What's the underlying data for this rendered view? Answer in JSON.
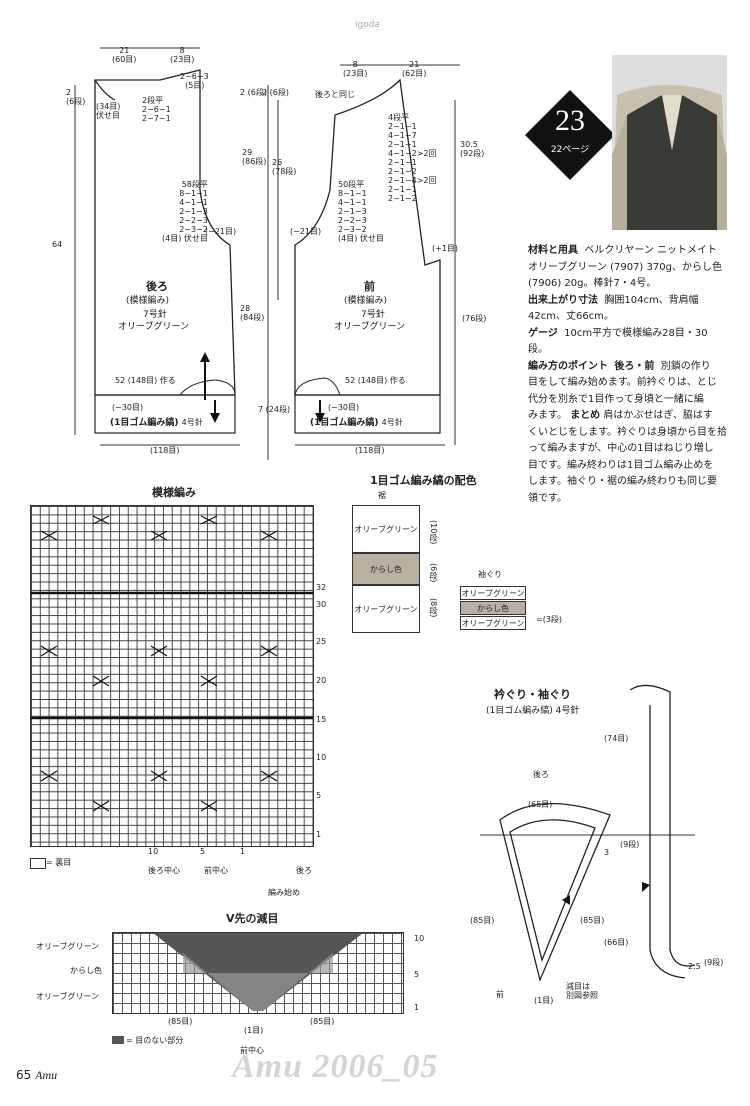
{
  "header": {
    "site": "igoda"
  },
  "badge": {
    "number": "23",
    "page_ref": "22ページ"
  },
  "back": {
    "title": "後ろ",
    "pattern": "(模様編み)",
    "needle": "7号針",
    "color": "オリーブグリーン",
    "top_widths": [
      "21",
      "(60目)",
      "8",
      "(23目)"
    ],
    "shoulder_dec": [
      "2−6−3",
      "(5目)"
    ],
    "neck": [
      "(34目)",
      "伏せ目",
      "2段平",
      "2−6−1",
      "2−7−1"
    ],
    "armhole_dec": [
      "58段平",
      "8−1−1",
      "4−1−1",
      "2−1−3",
      "2−2−3",
      "2−3−2",
      "(4目) 伏せ目"
    ],
    "armhole_minus": "(−21目)",
    "side_top": [
      "2",
      "(6段)"
    ],
    "side_29": [
      "29",
      "(86段)"
    ],
    "total": "64",
    "side_28": [
      "28",
      "(84段)"
    ],
    "make_label": "52 (148目) 作る",
    "minus30": "(−30目)",
    "rib": "(1目ゴム編み縞)",
    "rib_needle": "4号針",
    "rib_height": [
      "7",
      "(24段)"
    ],
    "bottom_width": "(118目)"
  },
  "front": {
    "title": "前",
    "pattern": "(模様編み)",
    "needle": "7号針",
    "color": "オリーブグリーン",
    "top_widths": [
      "8",
      "(23目)",
      "21",
      "(62目)"
    ],
    "same_as_back": "後ろと同じ",
    "neck_dec": [
      "4段平",
      "2−1−1",
      "4−1−7",
      "2−1−1",
      "4−1−2",
      ">2回",
      "2−1−1",
      "2−1−2",
      "2−1−4",
      ">2回",
      "2−1−1",
      "2−1−2"
    ],
    "armhole_dec": [
      "50段平",
      "8−1−1",
      "4−1−1",
      "2−1−3",
      "2−2−3",
      "2−3−2",
      "(4目) 伏せ目"
    ],
    "armhole_minus": "(−21目)",
    "side_top": [
      "2",
      "(6段)"
    ],
    "side_26": [
      "26",
      "(78段)"
    ],
    "neck_h": [
      "30.5",
      "(92段)"
    ],
    "plus1": "(+1目)",
    "neck_76": "(76段)",
    "make_label": "52 (148目) 作る",
    "minus30": "(−30目)",
    "rib": "(1目ゴム編み縞)",
    "rib_needle": "4号針",
    "bottom_width": "(118目)"
  },
  "materials": {
    "l1_title": "材料と用具",
    "l1": "ベルクリヤーン ニットメイト",
    "l2": "オリーブグリーン (7907) 370g、からし色",
    "l3": "(7906) 20g。棒針7・4号。",
    "size_title": "出来上がり寸法",
    "size": "胸囲104cm、背肩幅",
    "size2": "42cm、丈66cm。",
    "gauge_title": "ゲージ",
    "gauge": "10cm平方で模様編み28目・30",
    "gauge2": "段。",
    "point_title": "編み方のポイント",
    "point_head": "後ろ・前",
    "point_l1": "別鎖の作り",
    "point_l2": "目をして編み始めます。前衿ぐりは、とじ",
    "point_l3": "代分を別糸で1目作って身頃と一緒に編",
    "point_l4": "みます。",
    "point_l4b": "まとめ",
    "point_l4c": "肩はかぶせはぎ、脇はす",
    "point_l5": "くいとじをします。衿ぐりは身頃から目を拾",
    "point_l6": "って編みますが、中心の1目はねじり増し",
    "point_l7": "目です。編み終わりは1目ゴム編み止めを",
    "point_l8": "します。袖ぐり・裾の編み終わりも同じ要",
    "point_l9": "領です。"
  },
  "pattern_chart": {
    "title": "模様編み",
    "row_labels": [
      "32",
      "30",
      "25",
      "20",
      "15",
      "10",
      "5",
      "1"
    ],
    "col_labels": [
      "10",
      "5",
      "1"
    ],
    "legend": "= 裏目",
    "markers": [
      "後ろ中心",
      "前中心",
      "後ろ"
    ],
    "start": "編み始め"
  },
  "rib_colors": {
    "title": "1目ゴム編み縞の配色",
    "hem": "裾",
    "rows": [
      {
        "label": "オリーブグリーン",
        "count": "(10段)"
      },
      {
        "label": "からし色",
        "count": "(6段)"
      },
      {
        "label": "オリーブグリーン",
        "count": "(8段)"
      }
    ],
    "arm": "袖ぐり",
    "arm_rows": [
      "オリーブグリーン",
      "からし色",
      "オリーブグリーン"
    ],
    "arm_count": "=(3段)",
    "mustard": "#b8b0a0"
  },
  "collar": {
    "title": "衿ぐり・袖ぐり",
    "subtitle": "(1目ゴム編み縞)",
    "needle": "4号針",
    "back": "後ろ",
    "front": "前",
    "back_count": "(65目)",
    "left": "(85目)",
    "right": "(85目)",
    "center": "(1目)",
    "note1": "減目は",
    "note2": "別図参照",
    "three": "3",
    "three_rows": "(9段)",
    "arm_top": "(74目)",
    "arm_bottom": "(66目)",
    "arm_h": "2.5",
    "arm_rows": "(9段)"
  },
  "v_chart": {
    "title": "V先の減目",
    "labels": [
      "オリーブグリーン",
      "からし色",
      "オリーブグリーン"
    ],
    "row_markers": [
      "10",
      "5",
      "1"
    ],
    "left": "(85目)",
    "right": "(85目)",
    "center": "(1目)",
    "center_label": "前中心",
    "legend": "= 目のない部分",
    "dark": "#555555",
    "mid": "#999999"
  },
  "footer": {
    "page": "65",
    "brand": "Amu",
    "stamp": "Amu 2006_05"
  }
}
